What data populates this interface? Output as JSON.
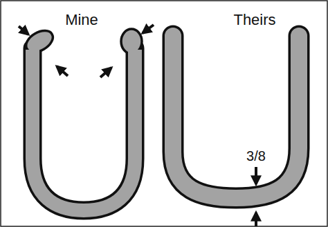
{
  "diagram": {
    "labels": [
      "Mine",
      "Theirs",
      "3/8"
    ]
  }
}
